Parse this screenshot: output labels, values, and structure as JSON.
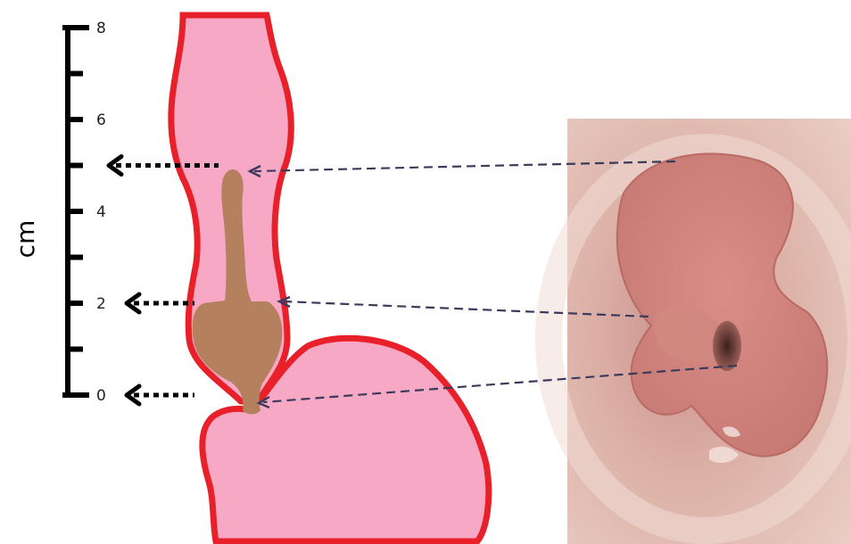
{
  "scale": {
    "unit": "cm",
    "ticks": [
      {
        "value": 0,
        "label": "0"
      },
      {
        "value": 2,
        "label": "2"
      },
      {
        "value": 4,
        "label": "4"
      },
      {
        "value": 6,
        "label": "6"
      },
      {
        "value": 8,
        "label": "8"
      }
    ],
    "range": [
      0,
      8
    ],
    "minor_step": 1
  },
  "markers": [
    {
      "name": "marker-5cm",
      "level": 5
    },
    {
      "name": "marker-2cm",
      "level": 2
    },
    {
      "name": "marker-0cm",
      "level": 0
    }
  ],
  "colors": {
    "outline": "#e8202a",
    "lumen": "#f7a8c4",
    "mucosa": "#b5805e",
    "arrow_black": "#000000",
    "arrow_dashed": "#3b3a5c"
  }
}
